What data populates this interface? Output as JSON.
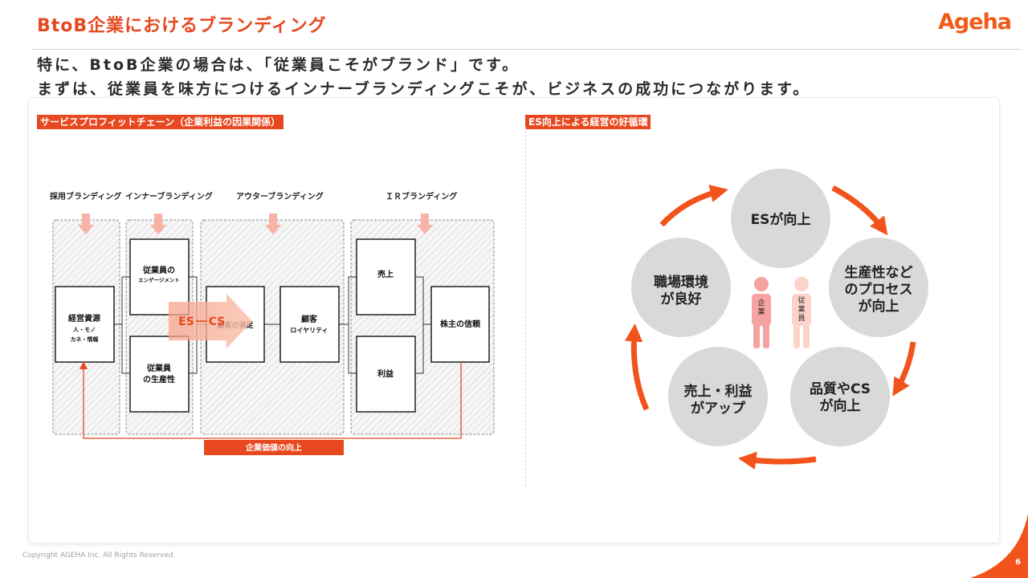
{
  "header": {
    "title": "BtoB企業におけるブランディング",
    "logo": "Ageha"
  },
  "lead": {
    "line1": "特に、BtoB企業の場合は、「従業員こそがブランド」です。",
    "line2": "まずは、従業員を味方につけるインナーブランディングこそが、ビジネスの成功につながります。"
  },
  "service_profit_chain": {
    "label": "サービスプロフィットチェーン（企業利益の因果関係）",
    "column_headers": [
      "採用ブランディング",
      "インナーブランディング",
      "アウターブランディング",
      "ＩＲブランディング"
    ],
    "boxes": {
      "resources_title": "経営資源",
      "resources_line1": "人・モノ",
      "resources_line2": "カネ・情報",
      "engagement_line1": "従業員の",
      "engagement_line2": "エンゲージメント",
      "productivity_line1": "従業員",
      "productivity_line2": "の生産性",
      "satisfaction": "顧客の満足",
      "loyalty_line1": "顧客",
      "loyalty_line2": "ロイヤリティ",
      "sales": "売上",
      "profit": "利益",
      "shareholder": "株主の信頼"
    },
    "arrow_label_left": "ES",
    "arrow_label_right": "CS",
    "bottom_label": "企業価値の向上"
  },
  "es_cycle": {
    "label": "ES向上による経営の好循環",
    "circles": {
      "top": "ESが向上",
      "right_top_line1": "生産性など",
      "right_top_line2": "のプロセス",
      "right_top_line3": "が向上",
      "right_bottom_line1": "品質やCS",
      "right_bottom_line2": "が向上",
      "left_bottom_line1": "売上・利益",
      "left_bottom_line2": "がアップ",
      "left_top_line1": "職場環境",
      "left_top_line2": "が良好"
    },
    "figure_company": [
      "企",
      "業"
    ],
    "figure_employee": [
      "従",
      "業",
      "員"
    ]
  },
  "footer": {
    "copyright": "Copyright AGEHA Inc. All Rights Reserved.",
    "page": "6"
  },
  "colors": {
    "accent": "#e8481f",
    "arrow": "#f2531c",
    "circle": "#d9d9d9",
    "person_company": "#f5a2a0",
    "person_employee": "#fbd3ca"
  }
}
